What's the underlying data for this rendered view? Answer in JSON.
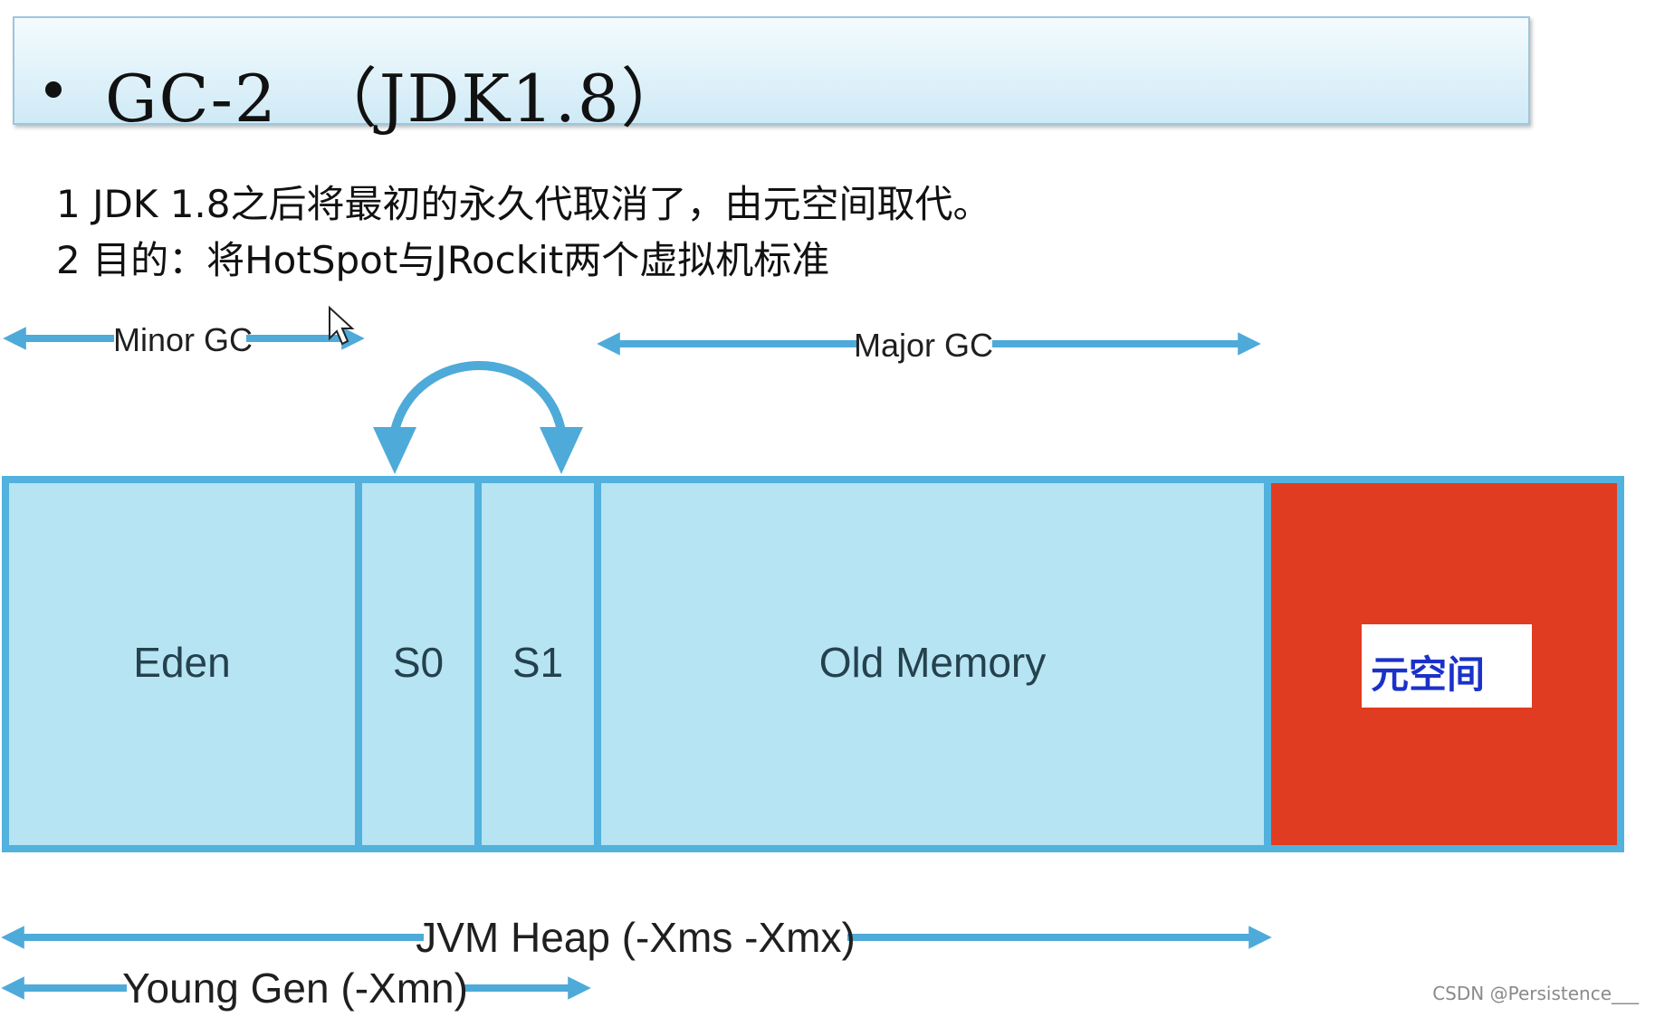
{
  "title": "GC-2　（JDK1.8）",
  "lines": [
    "1 JDK 1.8之后将最初的永久代取消了，由元空间取代。",
    "2 目的：将HotSpot与JRockit两个虚拟机标准"
  ],
  "arrows": {
    "minor_gc": "Minor GC",
    "major_gc": "Major GC",
    "jvm_heap": "JVM Heap (-Xms -Xmx)",
    "young_gen": "Young Gen (-Xmn)"
  },
  "memory": {
    "eden": "Eden",
    "s0": "S0",
    "s1": "S1",
    "old": "Old Memory",
    "metaspace": "元空间"
  },
  "colors": {
    "region_fill": "#b6e4f3",
    "region_border": "#52b1dd",
    "arrow": "#4eaad9",
    "metaspace": "#e03c21",
    "metaspace_text": "#1b32c9"
  },
  "watermark": "CSDN @Persistence___"
}
